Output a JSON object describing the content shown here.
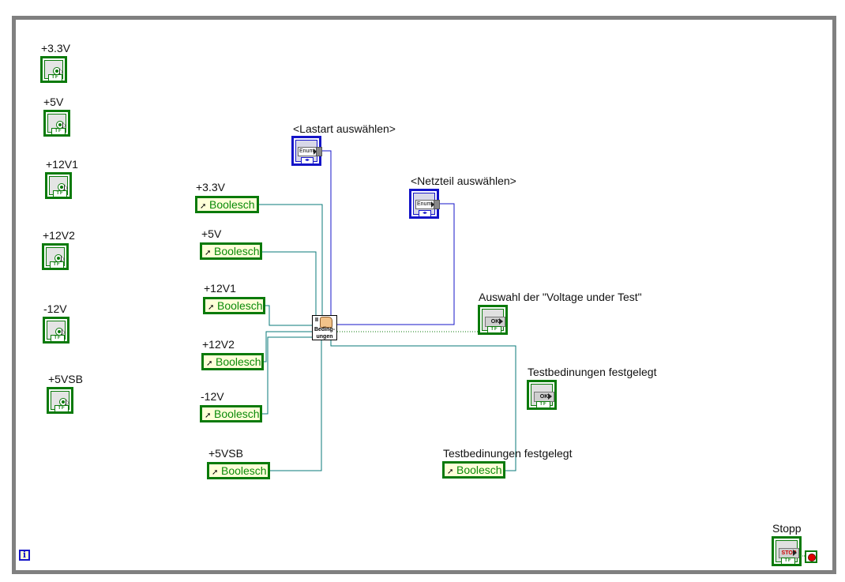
{
  "diagram": {
    "left_controls": [
      {
        "label": "+3.3V",
        "tf": "TF"
      },
      {
        "label": "+5V",
        "tf": "TF"
      },
      {
        "label": "+12V1",
        "tf": "TF"
      },
      {
        "label": "+12V2",
        "tf": "TF"
      },
      {
        "label": "-12V",
        "tf": "TF"
      },
      {
        "label": "+5VSB",
        "tf": "TF"
      }
    ],
    "indicators": [
      {
        "label": "+3.3V",
        "value": "Boolesch"
      },
      {
        "label": "+5V",
        "value": "Boolesch"
      },
      {
        "label": "+12V1",
        "value": "Boolesch"
      },
      {
        "label": "+12V2",
        "value": "Boolesch"
      },
      {
        "label": "-12V",
        "value": "Boolesch"
      },
      {
        "label": "+5VSB",
        "value": "Boolesch"
      },
      {
        "label": "Testbedinungen festgelegt",
        "value": "Boolesch"
      }
    ],
    "enums": [
      {
        "label": "<Lastart auswählen>",
        "text": "Enum",
        "lr": "◂▸"
      },
      {
        "label": "<Netzteil auswählen>",
        "text": "Enum",
        "lr": "◂▸"
      }
    ],
    "buttons": [
      {
        "label": "Auswahl der \"Voltage under Test\"",
        "text": "OK",
        "tf": "TF"
      },
      {
        "label": "Testbedinungen festgelegt",
        "text": "OK",
        "tf": "TF"
      },
      {
        "label": "Stopp",
        "text": "STOP",
        "tf": "TF"
      }
    ],
    "subvi": {
      "line1": "Beding-",
      "line2": "ungen"
    },
    "info_icon": "i",
    "colors": {
      "boolean_wire": "#0a7a7a",
      "enum_wire": "#1414c8",
      "frame": "#808080",
      "boolean_border": "#0a7a0a"
    }
  }
}
